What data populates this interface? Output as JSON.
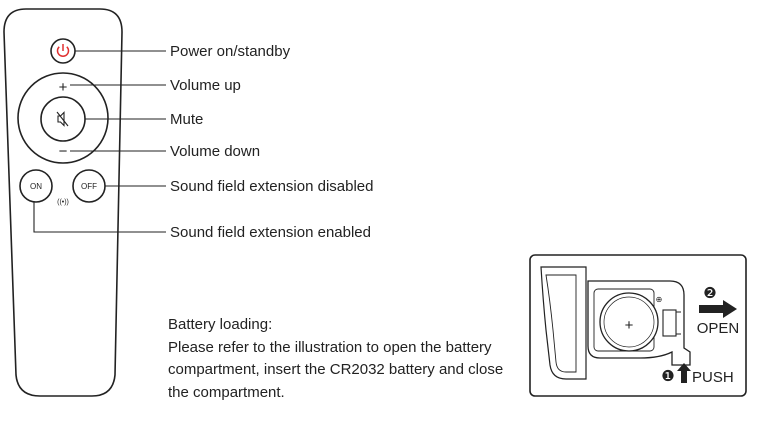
{
  "callouts": {
    "power": "Power on/standby",
    "volume_up": "Volume up",
    "mute": "Mute",
    "volume_down": "Volume down",
    "sound_off": "Sound field extension disabled",
    "sound_on": "Sound field extension enabled"
  },
  "remote": {
    "on_label": "ON",
    "off_label": "OFF",
    "plus_symbol": "+",
    "minus_symbol": "−",
    "sound_field_symbol": "((•))",
    "accent_color": "#e03030"
  },
  "battery_note": {
    "title": "Battery loading:",
    "lines": [
      "Please refer to the illustration to open the battery",
      "compartment, insert the CR2032 battery and close",
      "the compartment."
    ]
  },
  "battery_diagram": {
    "step1_number": "❶",
    "step1_label": "PUSH",
    "step2_number": "❷",
    "step2_label": "OPEN",
    "battery_plus": "+",
    "terminal_plus": "⊕"
  }
}
